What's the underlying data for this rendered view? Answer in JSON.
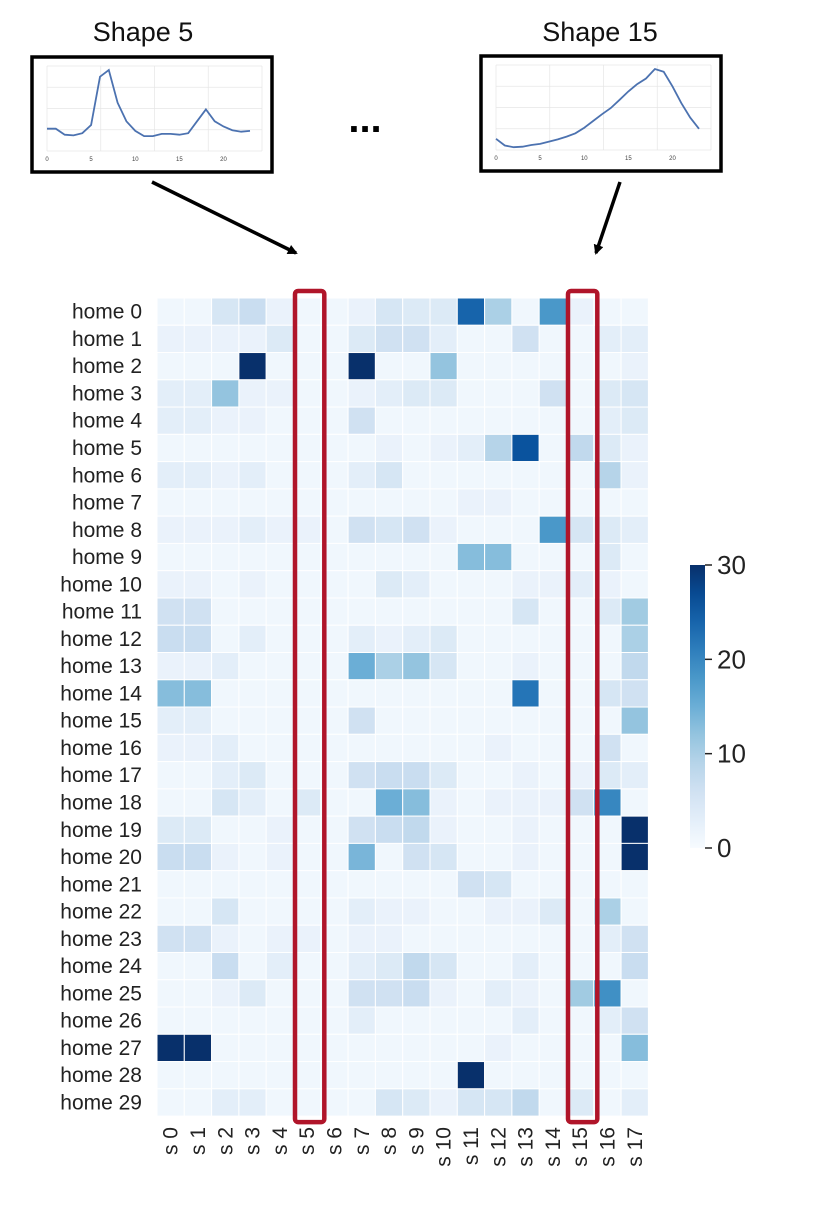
{
  "insets": [
    {
      "title": "Shape 5",
      "x_ticks": [
        "0",
        "5",
        "10",
        "15",
        "20"
      ],
      "values": [
        0.3,
        0.3,
        0.22,
        0.21,
        0.24,
        0.35,
        1.0,
        1.09,
        0.65,
        0.4,
        0.27,
        0.2,
        0.2,
        0.23,
        0.23,
        0.22,
        0.24,
        0.4,
        0.56,
        0.4,
        0.33,
        0.28,
        0.26,
        0.27
      ]
    },
    {
      "title": "Shape 15",
      "x_ticks": [
        "0",
        "5",
        "10",
        "15",
        "20"
      ],
      "values": [
        0.2,
        0.08,
        0.05,
        0.06,
        0.09,
        0.11,
        0.15,
        0.19,
        0.24,
        0.3,
        0.4,
        0.52,
        0.64,
        0.75,
        0.9,
        1.05,
        1.18,
        1.28,
        1.45,
        1.4,
        1.14,
        0.84,
        0.58,
        0.38
      ]
    }
  ],
  "ellipsis": "...",
  "chart_data": {
    "type": "heatmap",
    "rows": [
      "home 0",
      "home 1",
      "home 2",
      "home 3",
      "home 4",
      "home 5",
      "home 6",
      "home 7",
      "home 8",
      "home 9",
      "home 10",
      "home 11",
      "home 12",
      "home 13",
      "home 14",
      "home 15",
      "home 16",
      "home 17",
      "home 18",
      "home 19",
      "home 20",
      "home 21",
      "home 22",
      "home 23",
      "home 24",
      "home 25",
      "home 26",
      "home 27",
      "home 28",
      "home 29"
    ],
    "columns": [
      "s 0",
      "s 1",
      "s 2",
      "s 3",
      "s 4",
      "s 5",
      "s 6",
      "s 7",
      "s 8",
      "s 9",
      "s 10",
      "s 11",
      "s 12",
      "s 13",
      "s 14",
      "s 15",
      "s 16",
      "s 17"
    ],
    "values": [
      [
        1,
        1,
        5,
        7,
        2,
        1,
        1,
        2,
        5,
        4,
        4,
        24,
        10,
        1,
        18,
        2,
        1,
        1
      ],
      [
        2,
        2,
        2,
        2,
        4,
        1,
        1,
        4,
        6,
        6,
        3,
        1,
        1,
        6,
        1,
        1,
        3,
        3
      ],
      [
        1,
        1,
        1,
        30,
        1,
        1,
        1,
        30,
        1,
        1,
        12,
        1,
        1,
        1,
        1,
        1,
        1,
        2
      ],
      [
        3,
        3,
        12,
        2,
        2,
        1,
        1,
        2,
        3,
        4,
        4,
        1,
        1,
        1,
        6,
        1,
        4,
        5
      ],
      [
        3,
        3,
        2,
        2,
        1,
        1,
        1,
        6,
        1,
        1,
        1,
        1,
        1,
        1,
        1,
        1,
        3,
        4
      ],
      [
        1,
        1,
        1,
        1,
        1,
        1,
        1,
        1,
        2,
        1,
        2,
        3,
        9,
        26,
        1,
        8,
        4,
        2
      ],
      [
        3,
        3,
        2,
        3,
        1,
        1,
        1,
        3,
        5,
        1,
        1,
        1,
        1,
        1,
        1,
        1,
        9,
        2
      ],
      [
        1,
        1,
        1,
        1,
        1,
        1,
        1,
        1,
        1,
        1,
        1,
        2,
        2,
        1,
        1,
        1,
        1,
        1
      ],
      [
        2,
        2,
        2,
        3,
        2,
        2,
        1,
        6,
        5,
        6,
        2,
        1,
        1,
        1,
        18,
        5,
        4,
        3
      ],
      [
        1,
        1,
        1,
        1,
        1,
        1,
        1,
        1,
        1,
        1,
        1,
        13,
        13,
        1,
        1,
        1,
        4,
        1
      ],
      [
        2,
        2,
        1,
        2,
        1,
        1,
        1,
        1,
        4,
        3,
        1,
        1,
        1,
        2,
        2,
        3,
        2,
        1
      ],
      [
        6,
        6,
        1,
        1,
        1,
        1,
        1,
        1,
        1,
        1,
        1,
        1,
        1,
        5,
        1,
        1,
        4,
        11
      ],
      [
        7,
        7,
        1,
        3,
        1,
        1,
        1,
        3,
        2,
        3,
        4,
        1,
        1,
        1,
        1,
        1,
        1,
        10
      ],
      [
        2,
        2,
        3,
        1,
        1,
        1,
        1,
        15,
        10,
        12,
        5,
        1,
        1,
        2,
        1,
        1,
        1,
        8
      ],
      [
        13,
        13,
        1,
        1,
        1,
        1,
        1,
        1,
        1,
        1,
        1,
        1,
        1,
        22,
        1,
        1,
        5,
        6
      ],
      [
        3,
        3,
        1,
        1,
        1,
        1,
        1,
        6,
        1,
        1,
        1,
        1,
        1,
        1,
        1,
        1,
        1,
        12
      ],
      [
        2,
        2,
        3,
        1,
        1,
        1,
        1,
        1,
        1,
        1,
        1,
        1,
        2,
        1,
        1,
        1,
        6,
        1
      ],
      [
        1,
        1,
        3,
        4,
        1,
        1,
        1,
        6,
        7,
        7,
        4,
        1,
        1,
        2,
        1,
        2,
        4,
        3
      ],
      [
        1,
        1,
        5,
        3,
        1,
        4,
        1,
        1,
        15,
        13,
        2,
        1,
        2,
        2,
        2,
        6,
        20,
        1
      ],
      [
        4,
        4,
        1,
        1,
        2,
        1,
        1,
        6,
        7,
        8,
        2,
        1,
        1,
        2,
        1,
        1,
        1,
        30
      ],
      [
        7,
        7,
        2,
        1,
        2,
        1,
        1,
        14,
        1,
        6,
        5,
        1,
        1,
        2,
        1,
        1,
        1,
        30
      ],
      [
        1,
        1,
        1,
        1,
        1,
        1,
        1,
        1,
        1,
        1,
        1,
        6,
        5,
        1,
        1,
        1,
        1,
        1
      ],
      [
        1,
        1,
        5,
        1,
        1,
        1,
        1,
        3,
        2,
        2,
        1,
        1,
        2,
        2,
        4,
        1,
        10,
        1
      ],
      [
        6,
        6,
        2,
        1,
        2,
        2,
        1,
        2,
        2,
        1,
        1,
        1,
        1,
        1,
        1,
        1,
        3,
        6
      ],
      [
        1,
        1,
        7,
        1,
        3,
        1,
        1,
        3,
        4,
        8,
        5,
        1,
        1,
        3,
        1,
        1,
        1,
        7
      ],
      [
        1,
        1,
        2,
        4,
        1,
        1,
        1,
        6,
        6,
        7,
        2,
        1,
        3,
        2,
        1,
        11,
        19,
        1
      ],
      [
        1,
        1,
        1,
        1,
        1,
        1,
        1,
        3,
        1,
        1,
        1,
        1,
        1,
        3,
        1,
        1,
        3,
        6
      ],
      [
        30,
        30,
        1,
        1,
        1,
        1,
        1,
        1,
        1,
        1,
        1,
        1,
        2,
        1,
        1,
        1,
        1,
        13
      ],
      [
        1,
        1,
        1,
        1,
        1,
        1,
        1,
        1,
        1,
        1,
        1,
        30,
        1,
        1,
        1,
        1,
        1,
        1
      ],
      [
        1,
        1,
        3,
        3,
        1,
        1,
        1,
        1,
        5,
        4,
        2,
        5,
        5,
        8,
        1,
        4,
        1,
        3
      ]
    ],
    "vmin": 0,
    "vmax": 30,
    "colorbar_ticks": [
      "30",
      "20",
      "10",
      "0"
    ],
    "colorbar_tick_values": [
      30,
      20,
      10,
      0
    ],
    "colormap": "Blues",
    "highlighted_columns": [
      "s 5",
      "s 15"
    ],
    "highlight_color": "#b0152a"
  }
}
